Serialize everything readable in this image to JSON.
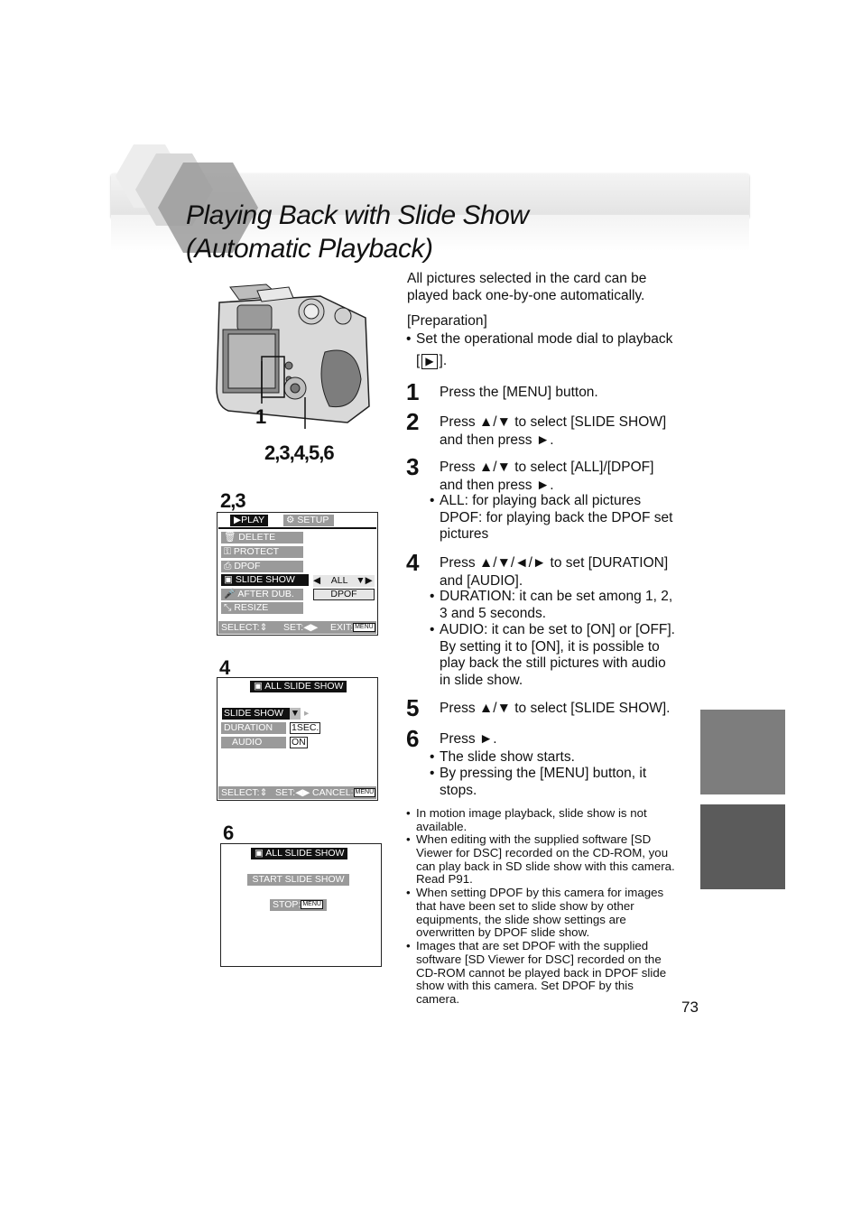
{
  "title_line1": "Playing Back with Slide Show",
  "title_line2": "(Automatic Playback)",
  "intro": "All pictures selected in the card can be played back one-by-one automatically.",
  "preparation_label": "[Preparation]",
  "preparation_bullet": "Set the operational mode dial to playback",
  "preparation_bullet_end": "].",
  "steps": [
    {
      "num": "1",
      "text": "Press the [MENU] button."
    },
    {
      "num": "2",
      "text": "Press ▲/▼ to select [SLIDE SHOW] and then press ►."
    },
    {
      "num": "3",
      "text": "Press ▲/▼ to select [ALL]/[DPOF] and then press ►."
    },
    {
      "num": "4",
      "text": "Press ▲/▼/◄/► to set [DURATION] and [AUDIO]."
    },
    {
      "num": "5",
      "text": "Press ▲/▼ to select [SLIDE SHOW]."
    },
    {
      "num": "6",
      "text": "Press ►."
    }
  ],
  "step3_bullets": [
    "ALL: for playing back all pictures DPOF: for playing back the DPOF set pictures"
  ],
  "step4_bullets": [
    "DURATION: it can be set among 1, 2, 3 and 5 seconds.",
    "AUDIO: it can be set to [ON] or [OFF]. By setting it to [ON], it is possible to play back the still pictures with audio in slide show."
  ],
  "step6_bullets": [
    "The slide show starts.",
    "By pressing the [MENU] button, it stops."
  ],
  "notes": [
    "In motion image playback, slide show is not available.",
    "When editing with the supplied software [SD Viewer for DSC] recorded on the CD-ROM, you can play back in SD slide show with this camera. Read P91.",
    "When setting DPOF by this camera for images that have been set to slide show by other equipments, the slide show settings are overwritten by DPOF slide show.",
    "Images that are set DPOF with the supplied software [SD Viewer for DSC] recorded on the CD-ROM cannot be played back in DPOF slide show with this camera. Set DPOF by this camera."
  ],
  "page_number": "73",
  "camera_labels": {
    "a": "1",
    "b": "2,3,4,5,6"
  },
  "fig_labels": {
    "f23": "2,3",
    "f4": "4",
    "f6": "6"
  },
  "screen23": {
    "tab_play": "PLAY",
    "tab_setup": "SETUP",
    "items": [
      "DELETE",
      "PROTECT",
      "DPOF",
      "SLIDE SHOW",
      "AFTER DUB.",
      "RESIZE"
    ],
    "opt_all": "ALL",
    "opt_dpof": "DPOF",
    "select": "SELECT:",
    "set": "SET:",
    "exit": "EXIT:",
    "menu_icon": "MENU"
  },
  "screen4": {
    "header": "ALL SLIDE SHOW",
    "slide_show": "SLIDE SHOW",
    "duration": "DURATION",
    "duration_val": "1SEC.",
    "audio": "AUDIO",
    "audio_val": "ON",
    "select": "SELECT:",
    "set": "SET:",
    "cancel": "CANCEL:",
    "menu_icon": "MENU"
  },
  "screen6": {
    "header": "ALL SLIDE SHOW",
    "start": "START SLIDE SHOW",
    "stop": "STOP:",
    "menu_icon": "MENU"
  }
}
